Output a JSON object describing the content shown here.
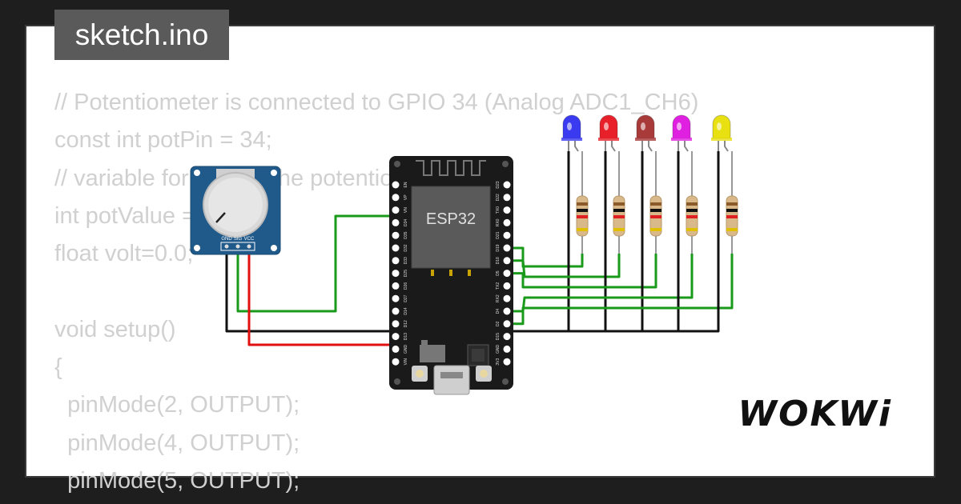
{
  "title": "sketch.ino",
  "code_lines": [
    "// Potentiometer is connected to GPIO 34 (Analog ADC1_CH6)",
    "const int potPin = 34;",
    "// variable for storing the potentiometer value",
    "int potValue = 0;",
    "float volt=0.0;",
    "",
    "void setup()",
    "{",
    "  pinMode(2, OUTPUT);",
    "  pinMode(4, OUTPUT);",
    "  pinMode(5, OUTPUT);"
  ],
  "board": {
    "label": "ESP32",
    "left_pins": [
      "EN",
      "VP",
      "VN",
      "D34",
      "D35",
      "D32",
      "D33",
      "D25",
      "D26",
      "D27",
      "D14",
      "D12",
      "D13",
      "GND",
      "VIN"
    ],
    "right_pins": [
      "D23",
      "D22",
      "TX0",
      "RX0",
      "D21",
      "D19",
      "D18",
      "D5",
      "TX2",
      "RX2",
      "D4",
      "D2",
      "D15",
      "GND",
      "3V3"
    ]
  },
  "potentiometer": {
    "pins": [
      "GND",
      "SIG",
      "VCC"
    ]
  },
  "leds": [
    {
      "color": "blue",
      "hex": "#3a3af0"
    },
    {
      "color": "red",
      "hex": "#e8202a"
    },
    {
      "color": "brown",
      "hex": "#a83a3a"
    },
    {
      "color": "magenta",
      "hex": "#e020e0"
    },
    {
      "color": "yellow",
      "hex": "#e8e010"
    }
  ],
  "logo": "WOKWi",
  "colors": {
    "wire_green": "#1a9a1a",
    "wire_red": "#e01010",
    "wire_black": "#111111",
    "board": "#1a1a1a",
    "pot_board": "#1f5a8a"
  }
}
